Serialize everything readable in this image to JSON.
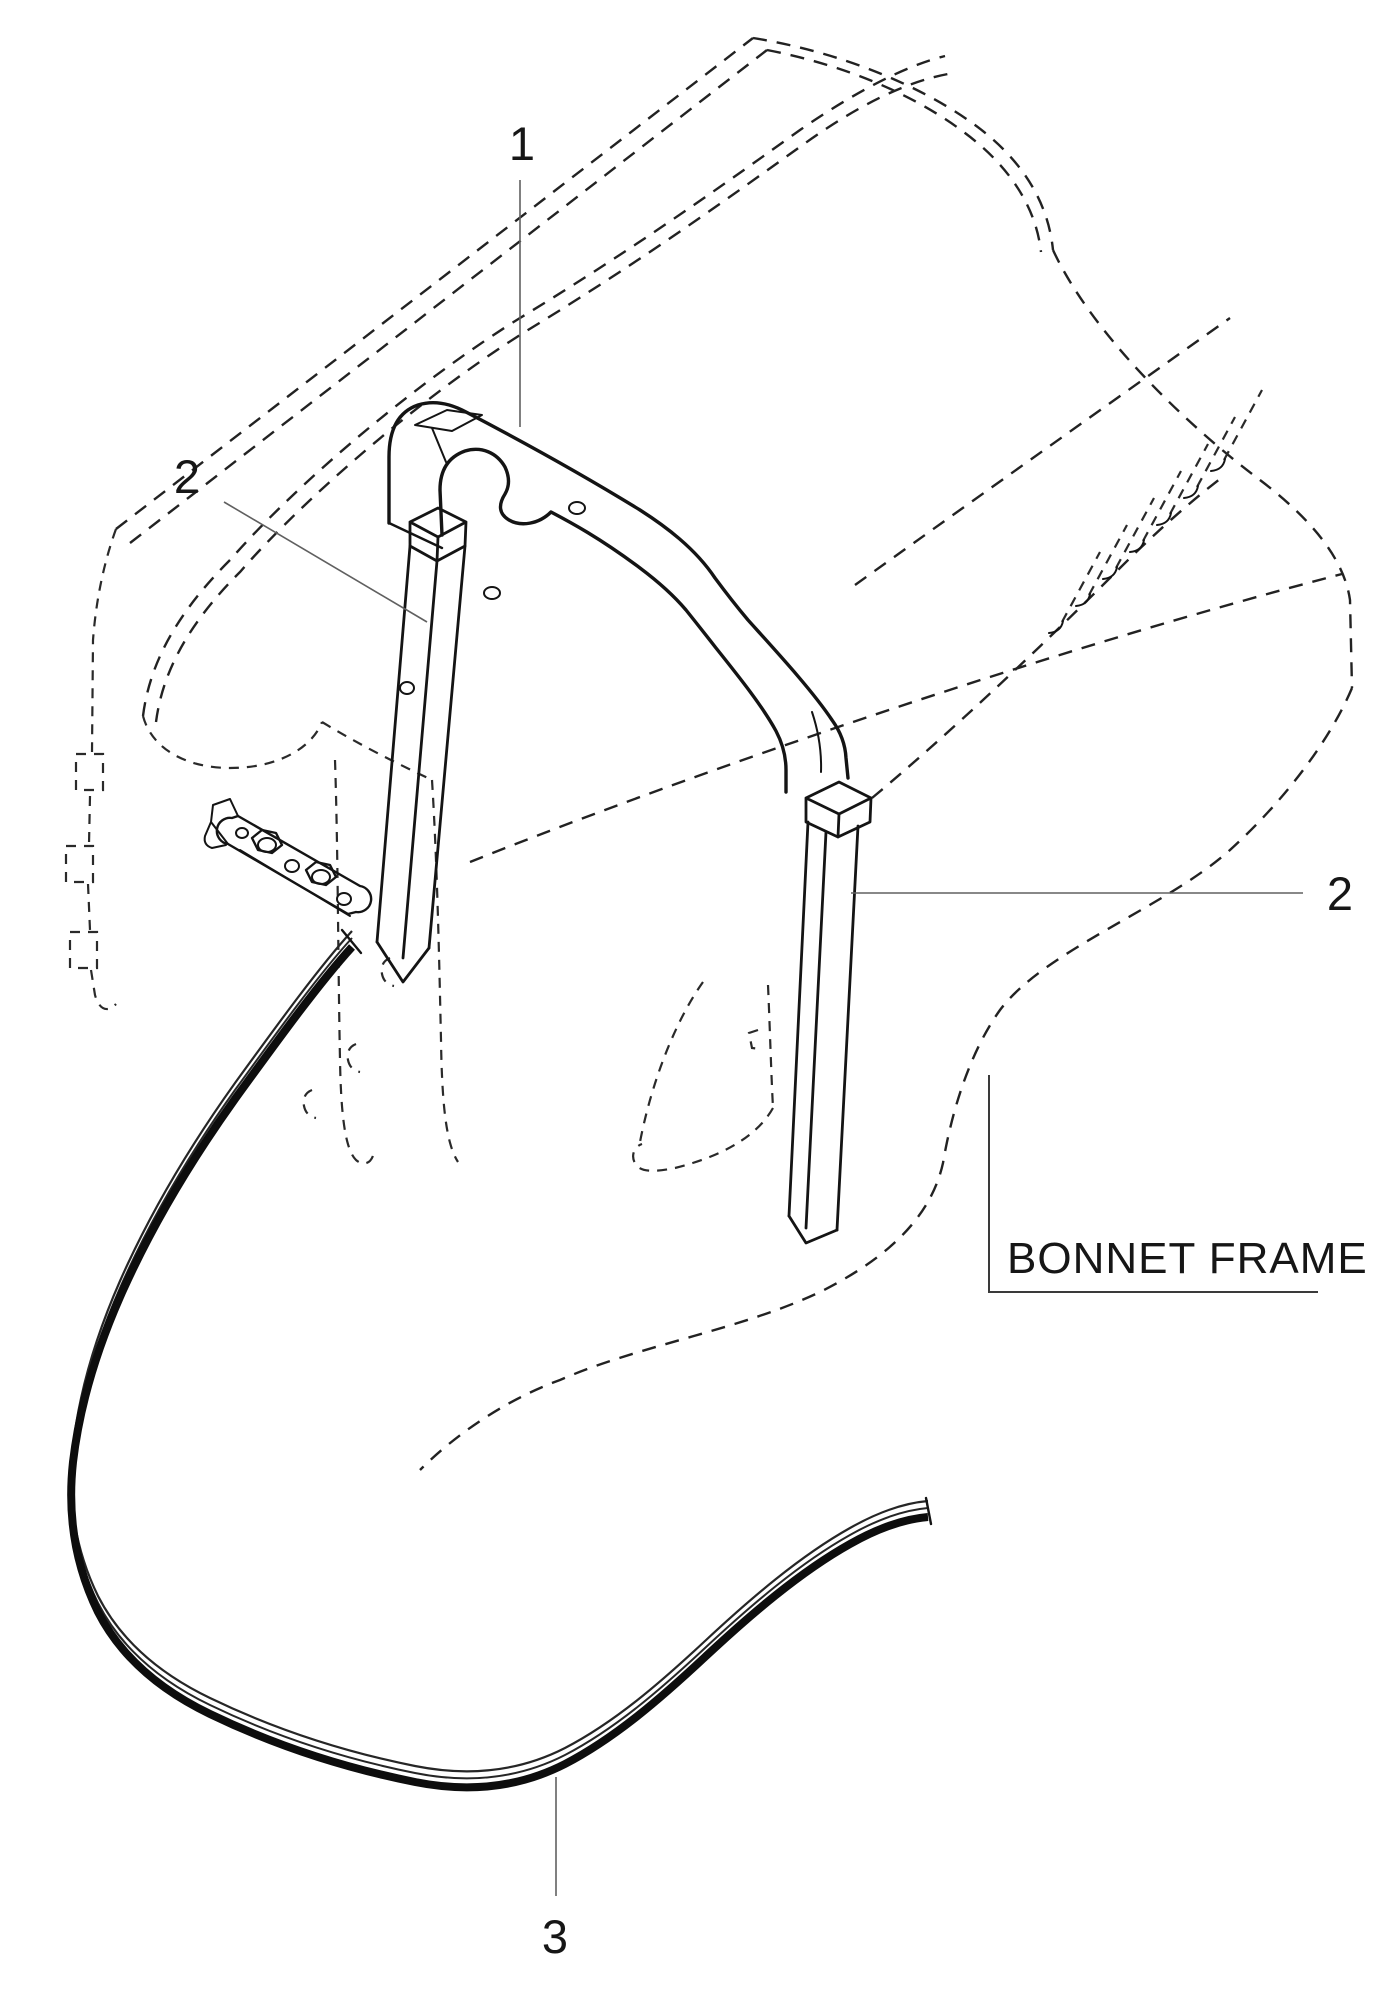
{
  "background_color": "#ffffff",
  "line_color": "#1a1a1a",
  "leader_color": "#606060",
  "caption": "BONNET FRAME",
  "callouts": {
    "c1": "1",
    "c2_left": "2",
    "c2_right": "2",
    "c3": "3"
  }
}
